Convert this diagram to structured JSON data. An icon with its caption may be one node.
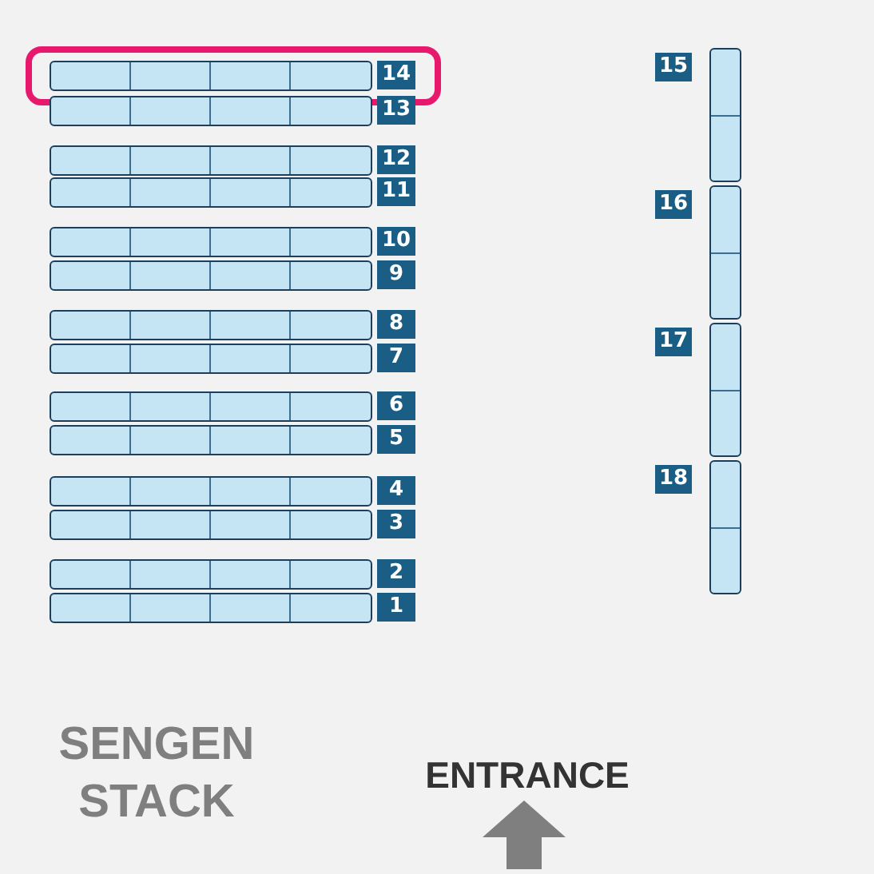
{
  "diagram": {
    "nodes": [
      {
        "text": [],
        "shape": "bar",
        "beside": [
          "14"
        ]
      },
      {
        "text": [],
        "shape": "bar",
        "beside": [
          "13"
        ]
      },
      {
        "text": [],
        "shape": "bar",
        "beside": [
          "12"
        ]
      },
      {
        "text": [],
        "shape": "bar",
        "beside": [
          "11"
        ]
      },
      {
        "text": [],
        "shape": "bar",
        "beside": [
          "10"
        ]
      },
      {
        "text": [],
        "shape": "bar",
        "beside": [
          "9"
        ]
      },
      {
        "text": [],
        "shape": "bar",
        "beside": [
          "8"
        ]
      },
      {
        "text": [],
        "shape": "bar",
        "beside": [
          "7"
        ]
      },
      {
        "text": [],
        "shape": "bar",
        "beside": [
          "6"
        ]
      },
      {
        "text": [],
        "shape": "bar",
        "beside": [
          "5"
        ]
      },
      {
        "text": [],
        "shape": "bar",
        "beside": [
          "4"
        ]
      },
      {
        "text": [],
        "shape": "bar",
        "beside": [
          "3"
        ]
      },
      {
        "text": [],
        "shape": "bar",
        "beside": [
          "2"
        ]
      },
      {
        "text": [],
        "shape": "bar",
        "beside": [
          "1"
        ]
      },
      {
        "text": [],
        "shape": "bar",
        "beside": [
          "15"
        ]
      },
      {
        "text": [],
        "shape": "bar",
        "beside": [
          "16"
        ]
      },
      {
        "text": [],
        "shape": "bar",
        "beside": [
          "17"
        ]
      },
      {
        "text": [],
        "shape": "bar",
        "beside": [
          "18"
        ]
      }
    ],
    "labels": [
      "SENGEN STACK",
      "ENTRANCE"
    ]
  }
}
